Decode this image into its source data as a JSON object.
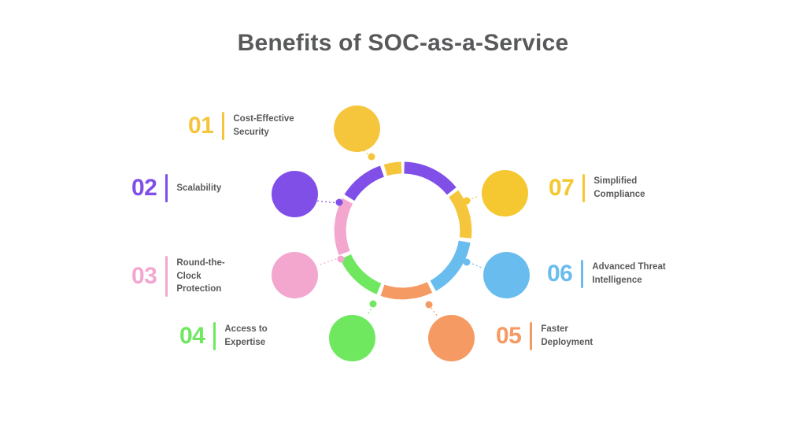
{
  "page": {
    "title": "Benefits of SOC-as-a-Service",
    "background_color": "#ffffff",
    "title_color": "#58595b"
  },
  "chart_data": {
    "type": "pie",
    "title": "Benefits of SOC-as-a-Service",
    "subtitle": "",
    "xlabel": "",
    "ylabel": "",
    "variant": "donut",
    "segment_count": 7,
    "equal_segments": true,
    "segment_share_percent": 14.3,
    "legend_position": "around-chart",
    "grid": false,
    "categories": [
      "Cost-Effective Security",
      "Scalability",
      "Round-the-Clock Protection",
      "Access to Expertise",
      "Faster Deployment",
      "Advanced Threat Intelligence",
      "Simplified Compliance"
    ],
    "values": [
      14.3,
      14.3,
      14.3,
      14.3,
      14.3,
      14.3,
      14.3
    ],
    "colors": [
      "#f5c63c",
      "#7f4fe8",
      "#f3a7cf",
      "#6fe860",
      "#f59a63",
      "#69bdee",
      "#f5c730"
    ]
  },
  "items": [
    {
      "number": "01",
      "label": "Cost-Effective\nSecurity",
      "color": "#f5c63c",
      "side": "left"
    },
    {
      "number": "02",
      "label": "Scalability",
      "color": "#7f4fe8",
      "side": "left"
    },
    {
      "number": "03",
      "label": "Round-the-\nClock\nProtection",
      "color": "#f3a7cf",
      "side": "left"
    },
    {
      "number": "04",
      "label": "Access to\nExpertise",
      "color": "#6fe860",
      "side": "left"
    },
    {
      "number": "05",
      "label": "Faster\nDeployment",
      "color": "#f59a63",
      "side": "right"
    },
    {
      "number": "06",
      "label": "Advanced Threat\nIntelligence",
      "color": "#69bdee",
      "side": "right"
    },
    {
      "number": "07",
      "label": "Simplified\nCompliance",
      "color": "#f5c730",
      "side": "right"
    }
  ]
}
